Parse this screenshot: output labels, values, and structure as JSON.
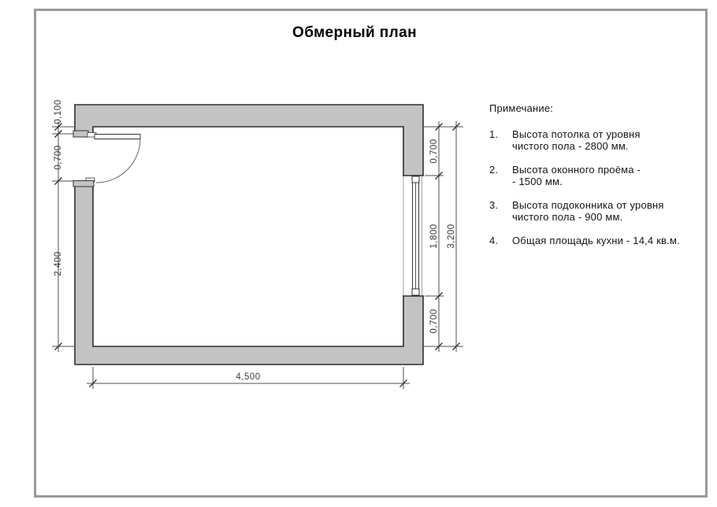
{
  "title": "Обмерный план",
  "plan": {
    "dimensions": {
      "left": {
        "top_offset": "0,100",
        "door": "0,700",
        "lower_wall": "2,400"
      },
      "right": {
        "top": "0,700",
        "window": "1,800",
        "bottom": "0,700",
        "total": "3,200"
      },
      "bottom": {
        "inner_width": "4,500"
      }
    }
  },
  "notes": {
    "heading": "Примечание:",
    "items": [
      {
        "num": "1.",
        "lines": [
          "Высота потолка от уровня",
          "чистого пола - 2800 мм."
        ]
      },
      {
        "num": "2.",
        "lines": [
          "Высота оконного проёма -",
          "- 1500 мм."
        ]
      },
      {
        "num": "3.",
        "lines": [
          "Высота подоконника от уровня",
          "чистого пола - 900 мм."
        ]
      },
      {
        "num": "4.",
        "lines": [
          "Общая площадь кухни - 14,4 кв.м."
        ]
      }
    ]
  },
  "colors": {
    "wall_fill": "#c3c3c3",
    "drawing_line": "#2f2f2f",
    "sheet_border": "#9a9a9a"
  }
}
